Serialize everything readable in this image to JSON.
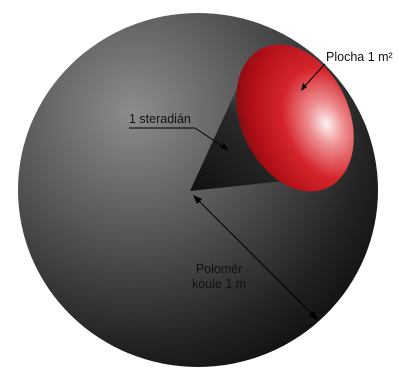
{
  "labels": {
    "area": "Plocha 1 m²",
    "steradian": "1 steradián",
    "radius_line1": "Poloměr",
    "radius_line2": "koule 1 m"
  },
  "colors": {
    "sphere_light": "#8a8a8a",
    "sphere_dark": "#141414",
    "cap_red": "#c8141b",
    "cap_highlight": "#fbe9e9",
    "cone_dark": "#0f0f0f",
    "cone_light": "#9a9a9a",
    "line": "#000000"
  }
}
